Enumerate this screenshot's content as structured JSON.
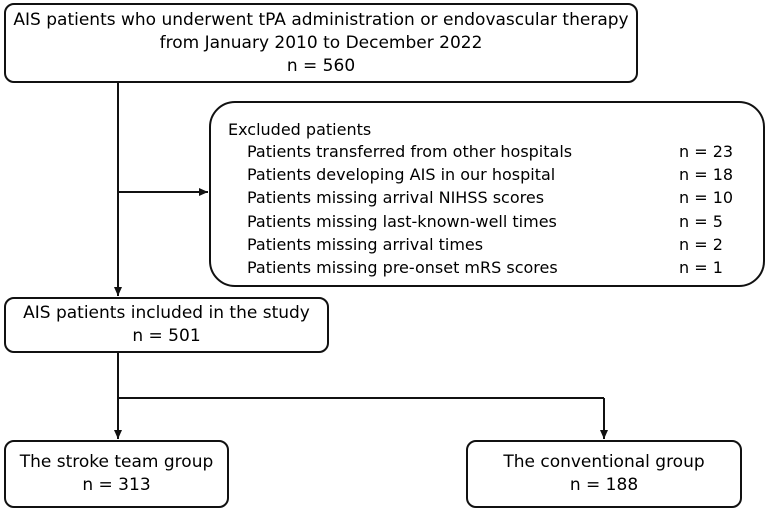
{
  "top_box": {
    "line1": "AIS patients who underwent tPA administration or endovascular therapy",
    "line2": "from January 2010 to December 2022",
    "count": "n = 560"
  },
  "excluded_box": {
    "title": "Excluded patients",
    "items": [
      {
        "label": "Patients transferred from other hospitals",
        "count": "n = 23"
      },
      {
        "label": "Patients developing AIS in our hospital",
        "count": "n = 18"
      },
      {
        "label": "Patients missing arrival NIHSS scores",
        "count": "n = 10"
      },
      {
        "label": "Patients missing last-known-well times",
        "count": "n = 5"
      },
      {
        "label": "Patients missing arrival times",
        "count": "n = 2"
      },
      {
        "label": "Patients missing pre-onset mRS scores",
        "count": "n = 1"
      }
    ]
  },
  "included_box": {
    "line1": "AIS patients included in the study",
    "count": "n = 501"
  },
  "stroke_team_box": {
    "line1": "The stroke team group",
    "count": "n = 313"
  },
  "conventional_box": {
    "line1": "The conventional group",
    "count": "n = 188"
  }
}
